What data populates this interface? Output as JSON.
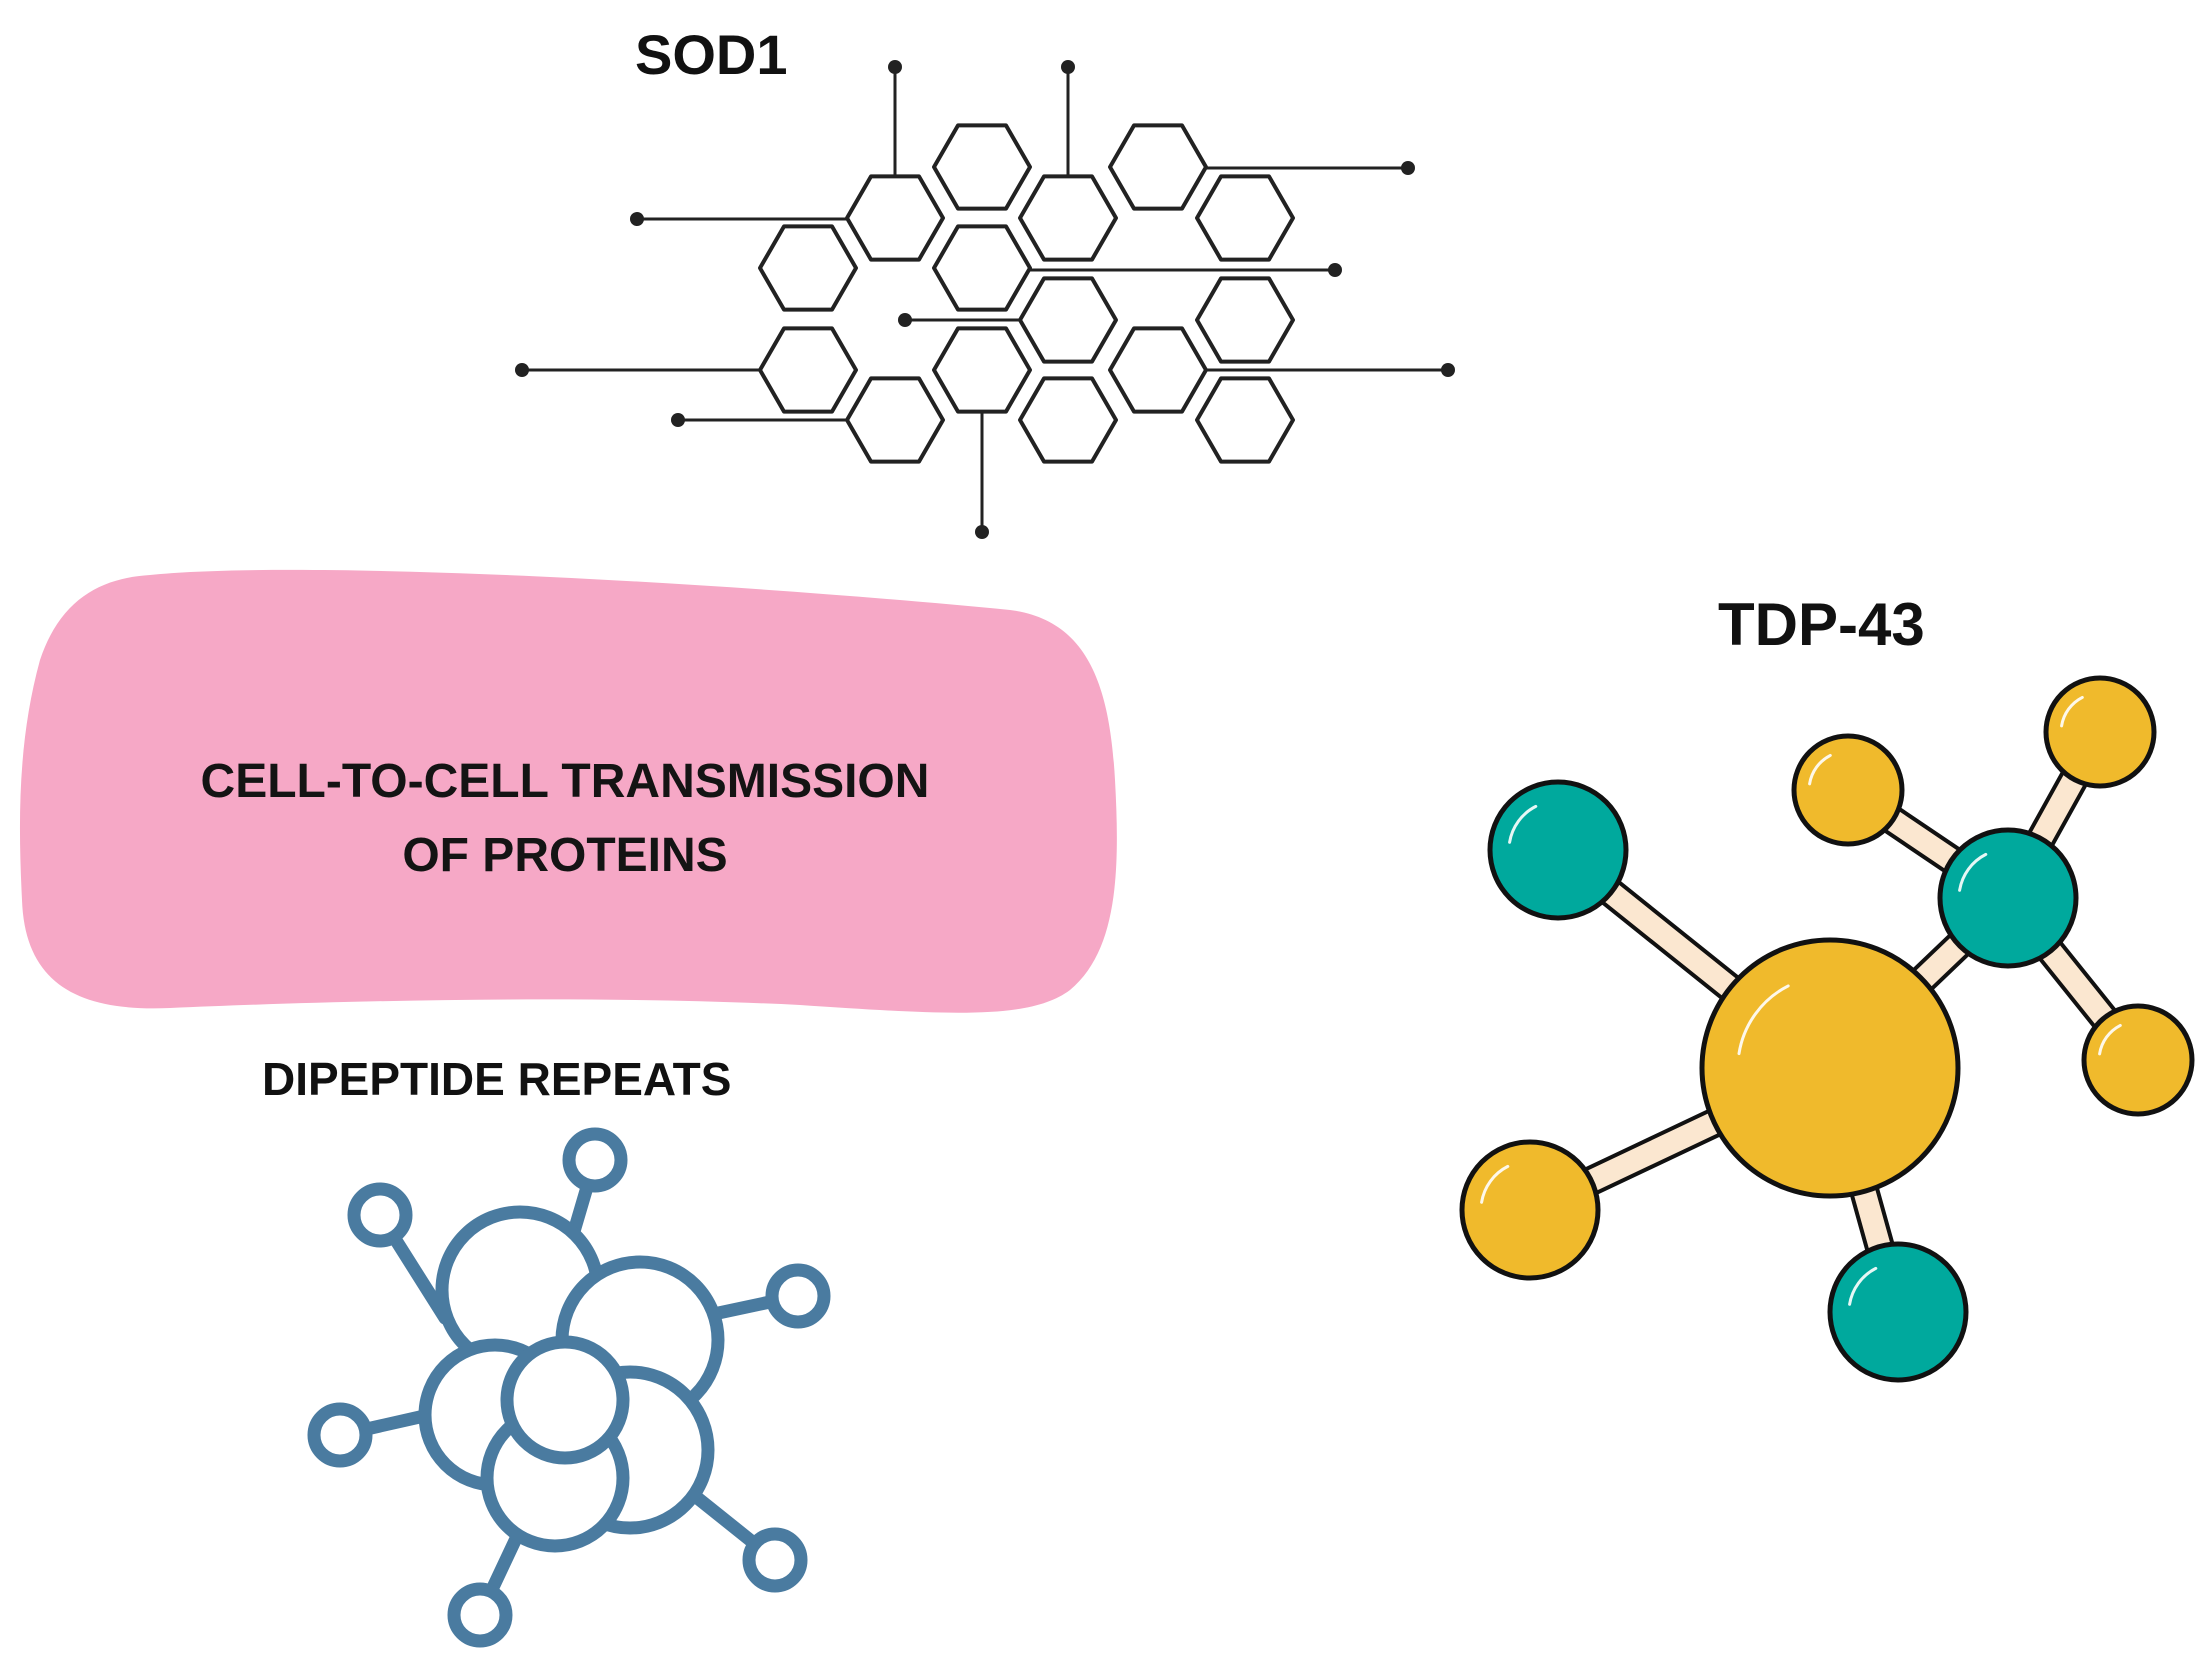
{
  "labels": {
    "sod1": "SOD1",
    "tdp43": "TDP-43",
    "dipeptide": "DIPEPTIDE REPEATS",
    "transmission_line1": "CELL-TO-CELL TRANSMISSION",
    "transmission_line2": "OF PROTEINS"
  },
  "colors": {
    "blob_pink": "#F6A8C6",
    "hex_stroke": "#222222",
    "node_dark": "#222222",
    "dpr_blue": "#4A7BA0",
    "tdp_yellow": "#F0BA2C",
    "tdp_teal": "#00A99D",
    "tdp_bond": "#FBE7D0",
    "outline": "#111111"
  },
  "icons": {
    "sod1": "hexagon-network-icon",
    "tdp43": "ball-and-stick-molecule-icon",
    "dipeptide": "cluster-molecule-icon"
  }
}
